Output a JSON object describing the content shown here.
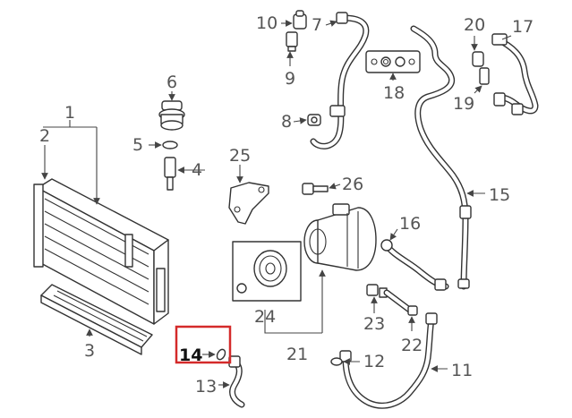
{
  "diagram": {
    "callouts": [
      {
        "id": "c1",
        "label": "1"
      },
      {
        "id": "c2",
        "label": "2"
      },
      {
        "id": "c3",
        "label": "3"
      },
      {
        "id": "c4",
        "label": "4"
      },
      {
        "id": "c5",
        "label": "5"
      },
      {
        "id": "c6",
        "label": "6"
      },
      {
        "id": "c7",
        "label": "7"
      },
      {
        "id": "c8",
        "label": "8"
      },
      {
        "id": "c9",
        "label": "9"
      },
      {
        "id": "c10",
        "label": "10"
      },
      {
        "id": "c11",
        "label": "11"
      },
      {
        "id": "c12",
        "label": "12"
      },
      {
        "id": "c13",
        "label": "13"
      },
      {
        "id": "c14",
        "label": "14",
        "highlighted": true
      },
      {
        "id": "c15",
        "label": "15"
      },
      {
        "id": "c16",
        "label": "16"
      },
      {
        "id": "c17",
        "label": "17"
      },
      {
        "id": "c18",
        "label": "18"
      },
      {
        "id": "c19",
        "label": "19"
      },
      {
        "id": "c20",
        "label": "20"
      },
      {
        "id": "c21",
        "label": "21"
      },
      {
        "id": "c22",
        "label": "22"
      },
      {
        "id": "c23",
        "label": "23"
      },
      {
        "id": "c24",
        "label": "24"
      },
      {
        "id": "c25",
        "label": "25"
      },
      {
        "id": "c26",
        "label": "26"
      }
    ],
    "highlight_color": "#d42a2a",
    "line_color": "#333333",
    "label_color": "#555555"
  }
}
